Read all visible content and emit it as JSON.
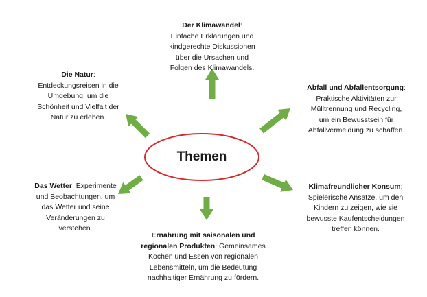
{
  "center": {
    "label": "Themen"
  },
  "colors": {
    "ellipse": "#d42a2a",
    "arrow": "#70ad47"
  },
  "topics": {
    "klimawandel": {
      "title": "Der Klimawandel",
      "lines": [
        "Einfache Erklärungen und",
        "kindgerechte Diskussionen",
        "über die Ursachen und",
        "Folgen des Klimawandels."
      ]
    },
    "natur": {
      "title": "Die Natur",
      "lines": [
        "Entdeckungsreisen in die",
        "Umgebung, um die",
        "Schönheit und Vielfalt der",
        "Natur zu erleben."
      ]
    },
    "abfall": {
      "title": "Abfall und Abfallentsorgung",
      "lines": [
        "Praktische Aktivitäten zur",
        "Mülltrennung und Recycling,",
        "um ein Bewusstsein für",
        "Abfallvermeidung zu schaffen."
      ]
    },
    "wetter": {
      "title": "Das Wetter",
      "first_rest": ": Experimente",
      "lines": [
        "und Beobachtungen, um",
        "das Wetter und seine",
        "Veränderungen zu",
        "verstehen."
      ]
    },
    "konsum": {
      "title": "Klimafreundlicher Konsum",
      "lines": [
        "Spielerische Ansätze, um den",
        "Kindern zu zeigen, wie sie",
        "bewusste Kaufentscheidungen",
        "treffen können."
      ]
    },
    "ernaehrung": {
      "title_line1": "Ernährung mit saisonalen und",
      "title_line2": "regionalen Produkten",
      "line2_rest": ": Gemeinsames",
      "lines": [
        "Kochen und Essen von regionalen",
        "Lebensmitteln, um die Bedeutung",
        "nachhaltiger Ernährung zu fördern."
      ]
    }
  }
}
